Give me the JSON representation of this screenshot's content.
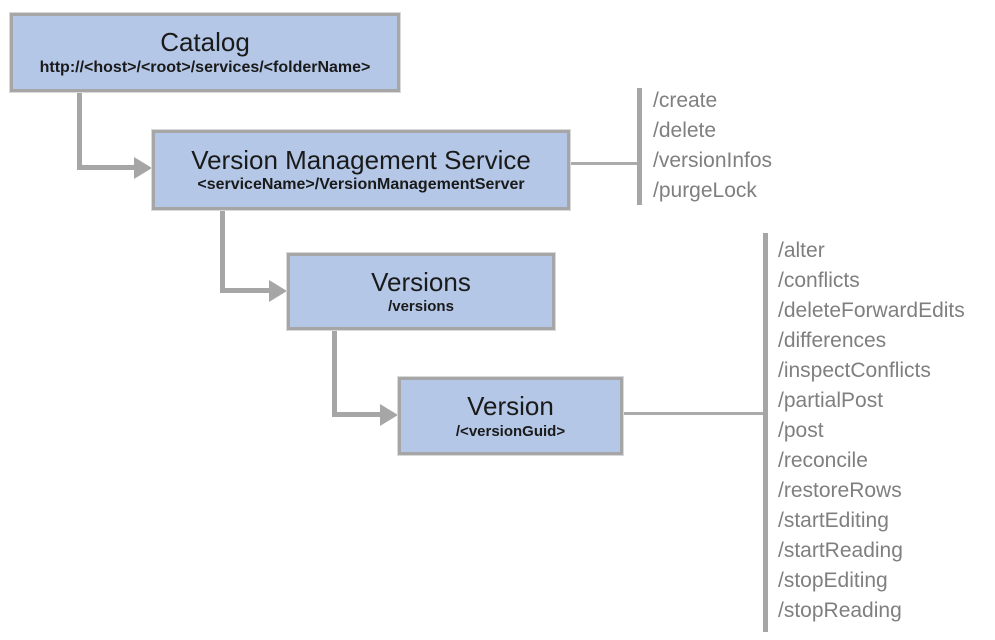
{
  "diagram": {
    "title_implicit": "Version Management Service REST endpoint hierarchy",
    "nodes": {
      "catalog": {
        "title": "Catalog",
        "subtitle": "http://<host>/<root>/services/<folderName>"
      },
      "vms": {
        "title": "Version Management Service",
        "subtitle": "<serviceName>/VersionManagementServer"
      },
      "versions": {
        "title": "Versions",
        "subtitle": "/versions"
      },
      "version": {
        "title": "Version",
        "subtitle": "/<versionGuid>"
      }
    },
    "vms_operations": [
      "/create",
      "/delete",
      "/versionInfos",
      "/purgeLock"
    ],
    "version_operations": [
      "/alter",
      "/conflicts",
      "/deleteForwardEdits",
      "/differences",
      "/inspectConflicts",
      "/partialPost",
      "/post",
      "/reconcile",
      "/restoreRows",
      "/startEditing",
      "/startReading",
      "/stopEditing",
      "/stopReading"
    ],
    "colors": {
      "node_fill": "#b4c7e7",
      "node_border": "#a6a6a6",
      "connector": "#a6a6a6",
      "operation_text": "#7f7f7f",
      "background": "#ffffff"
    }
  }
}
